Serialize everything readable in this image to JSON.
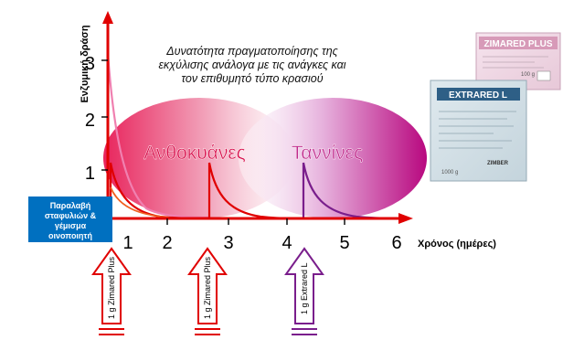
{
  "caption": "Δυνατότητα πραγματοποίησης της εκχύλισης ανάλογα με τις ανάγκες και τον επιθυμητό τύπο κρασιού",
  "caption_lines": [
    "Δυνατότητα πραγματοποίησης της",
    "εκχύλισης ανάλογα με τις ανάγκες και",
    "τον επιθυμητό τύπο κρασιού"
  ],
  "y_axis": {
    "label": "Ενζυμική δράση",
    "ticks": [
      "1",
      "2",
      "3"
    ]
  },
  "x_axis": {
    "label": "Χρόνος (ημέρες)",
    "ticks": [
      "1",
      "2",
      "3",
      "4",
      "5",
      "6"
    ]
  },
  "regions": {
    "anthocyanins": {
      "label": "Ανθοκυάνες",
      "color": "#e0245a"
    },
    "tannins": {
      "label": "Ταννίνες",
      "color": "#a0007a"
    }
  },
  "start_box": {
    "label_lines": [
      "Παραλαβή",
      "σταφυλιών &",
      "γέμισμα",
      "οινοποιητή"
    ],
    "color": "#0070c0"
  },
  "arrows": [
    {
      "label": "1 g Zimared Plus",
      "color": "#e00000"
    },
    {
      "label": "1 g Zimared Plus",
      "color": "#e00000"
    },
    {
      "label": "1 g Extrared L",
      "color": "#7a1e8c"
    }
  ],
  "products": [
    {
      "name": "ZIMARED PLUS",
      "weight_text": "100 g"
    },
    {
      "name": "EXTRARED L",
      "weight_text": "1000 g",
      "brand": "ZIMBER"
    }
  ],
  "colors": {
    "axis": "#e00000",
    "curve_red": "#e00000",
    "curve_pink": "#f080b0",
    "curve_purple": "#7a1e8c"
  }
}
